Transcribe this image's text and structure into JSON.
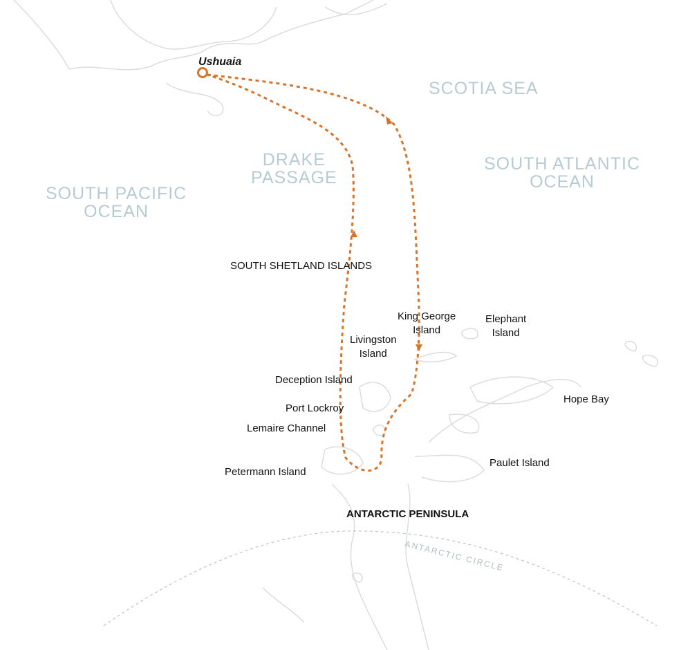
{
  "colors": {
    "route": "#d9732a",
    "land": "#dcdcdc",
    "ocean_label": "#b7cbd4",
    "circle": "#b9c5ca"
  },
  "start": {
    "name": "Ushuaia",
    "icon": "start-circle-icon"
  },
  "oceans": [
    {
      "line1": "SCOTIA SEA",
      "line2": ""
    },
    {
      "line1": "DRAKE",
      "line2": "PASSAGE"
    },
    {
      "line1": "SOUTH ATLANTIC",
      "line2": "OCEAN"
    },
    {
      "line1": "SOUTH PACIFIC",
      "line2": "OCEAN"
    }
  ],
  "places": {
    "south_shetland": "SOUTH SHETLAND ISLANDS",
    "king_george": [
      "King George",
      "Island"
    ],
    "elephant": [
      "Elephant",
      "Island"
    ],
    "livingston": [
      "Livingston",
      "Island"
    ],
    "deception": "Deception Island",
    "port_lockroy": "Port Lockroy",
    "hope_bay": "Hope Bay",
    "lemaire": "Lemaire Channel",
    "petermann": "Petermann Island",
    "paulet": "Paulet Island",
    "peninsula": "ANTARCTIC PENINSULA",
    "antarctic_circle": "ANTARCTIC CIRCLE"
  }
}
